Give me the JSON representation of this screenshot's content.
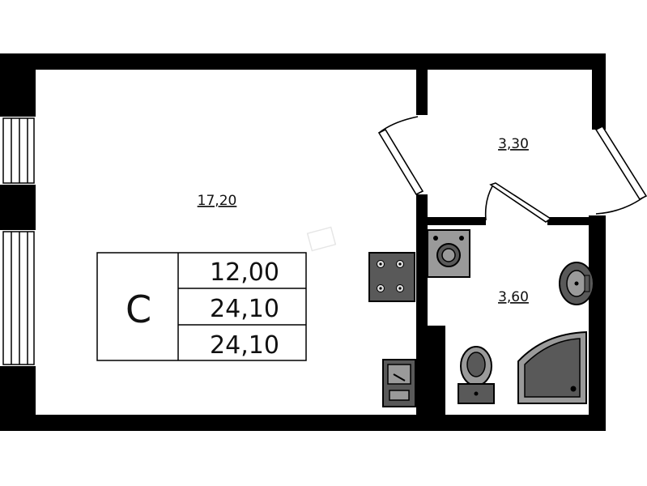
{
  "rooms": [
    {
      "id": "living",
      "area": "17,20"
    },
    {
      "id": "hall",
      "area": "3,30"
    },
    {
      "id": "bathroom",
      "area": "3,60"
    }
  ],
  "legend": {
    "type_letter": "С",
    "values": [
      "12,00",
      "24,10",
      "24,10"
    ]
  },
  "colors": {
    "wall": "#000000",
    "fixture": "#595959",
    "fixture_light": "#9a9a9a",
    "background": "#ffffff"
  }
}
